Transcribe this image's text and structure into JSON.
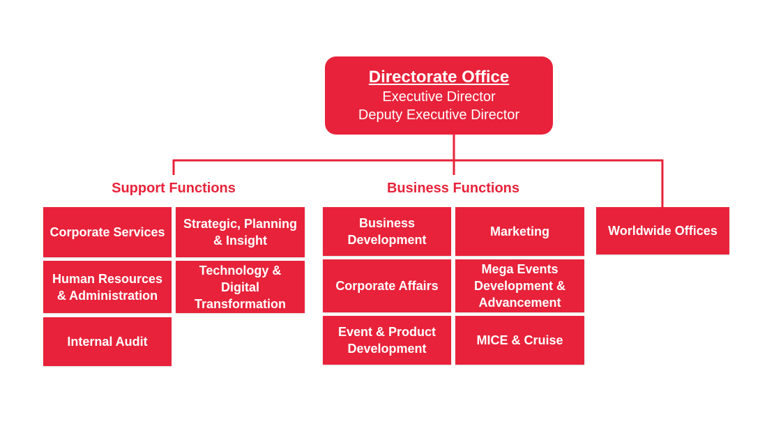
{
  "colors": {
    "accent": "#e8223a",
    "background": "#ffffff",
    "box_text": "#ffffff"
  },
  "directorate": {
    "title": "Directorate Office",
    "line1": "Executive Director",
    "line2": "Deputy Executive Director"
  },
  "support": {
    "heading": "Support Functions",
    "boxes": [
      "Corporate Services",
      "Strategic, Planning\n& Insight",
      "Human Resources\n& Administration",
      "Technology &\nDigital\nTransformation",
      "Internal Audit"
    ]
  },
  "business": {
    "heading": "Business Functions",
    "boxes": [
      "Business\nDevelopment",
      "Marketing",
      "Corporate Affairs",
      "Mega Events\nDevelopment &\nAdvancement",
      "Event & Product\nDevelopment",
      "MICE & Cruise"
    ]
  },
  "worldwide": {
    "label": "Worldwide Offices"
  }
}
